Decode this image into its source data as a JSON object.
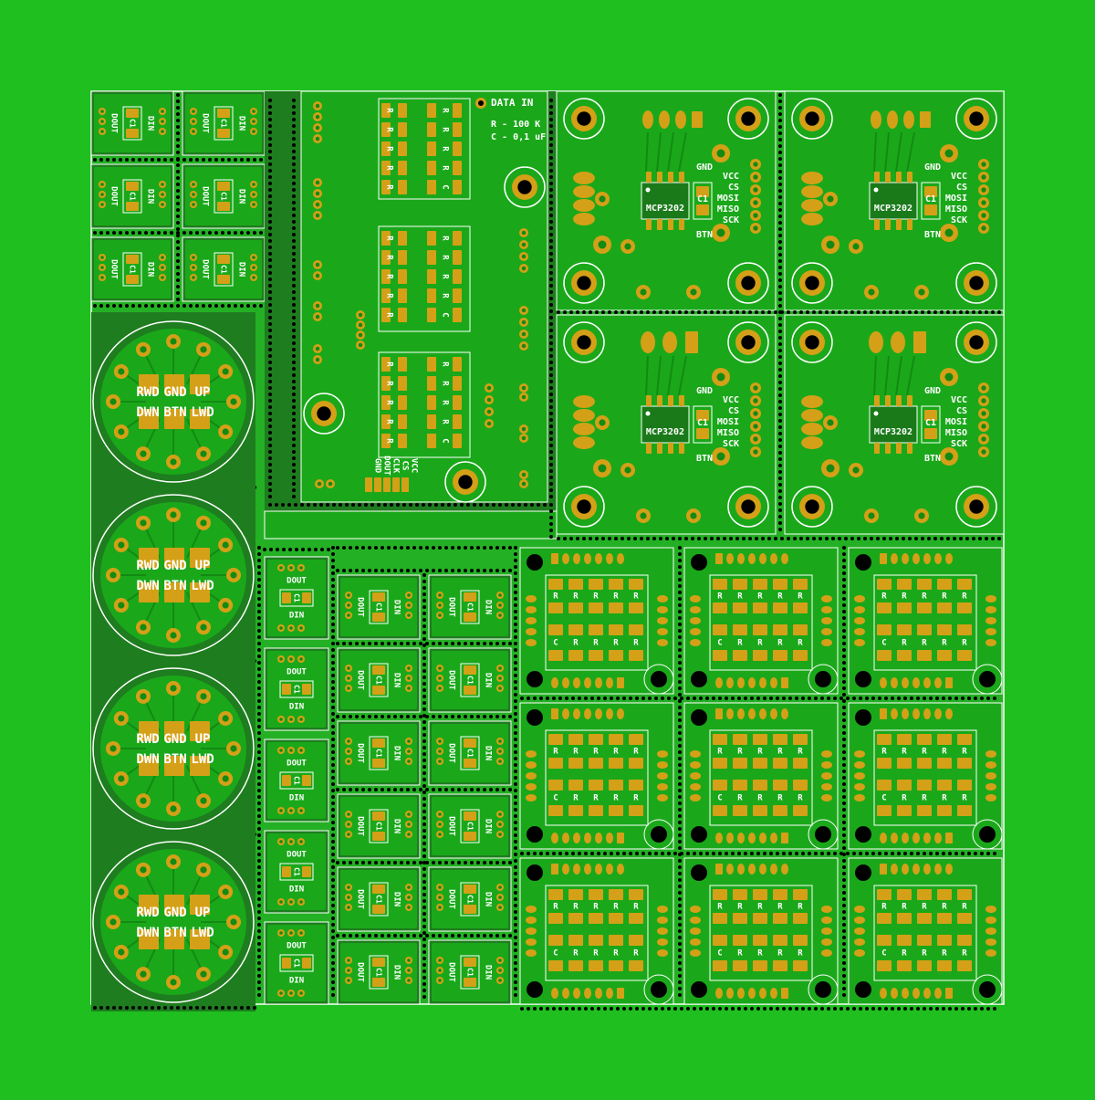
{
  "colors": {
    "background": "#1fbf1f",
    "board": "#2bb82b",
    "board_dark": "#1e7d1e",
    "copper": "#1aa81a",
    "trace": "#138a13",
    "pad": "#d4a017",
    "silk": "#ffffff",
    "hole": "#000000"
  },
  "led_module": {
    "label_dout": "DOUT",
    "label_din": "DIN",
    "label_cap": "C1"
  },
  "joystick_module": {
    "row1": [
      "RWD",
      "GND",
      "UP"
    ],
    "row2": [
      "DWN",
      "BTN",
      "LWD"
    ]
  },
  "resistor_board": {
    "label_data_in": "DATA IN",
    "label_r_value": "R - 100 K",
    "label_c_value": "C - 0,1 uF",
    "label_r": "R",
    "label_c": "C",
    "pins": [
      "VCC",
      "CS",
      "CLK",
      "DOUT",
      "GND"
    ]
  },
  "adc_module": {
    "chip": "MCP3202",
    "cap": "C1",
    "gnd": "GND",
    "btn": "BTN",
    "pins": [
      "VCC",
      "CS",
      "MOSI",
      "MISO",
      "SCK"
    ]
  },
  "matrix_module": {
    "row_r": [
      "R",
      "R",
      "R",
      "R",
      "R"
    ],
    "row_c": [
      "C",
      "R",
      "R",
      "R",
      "R"
    ]
  }
}
